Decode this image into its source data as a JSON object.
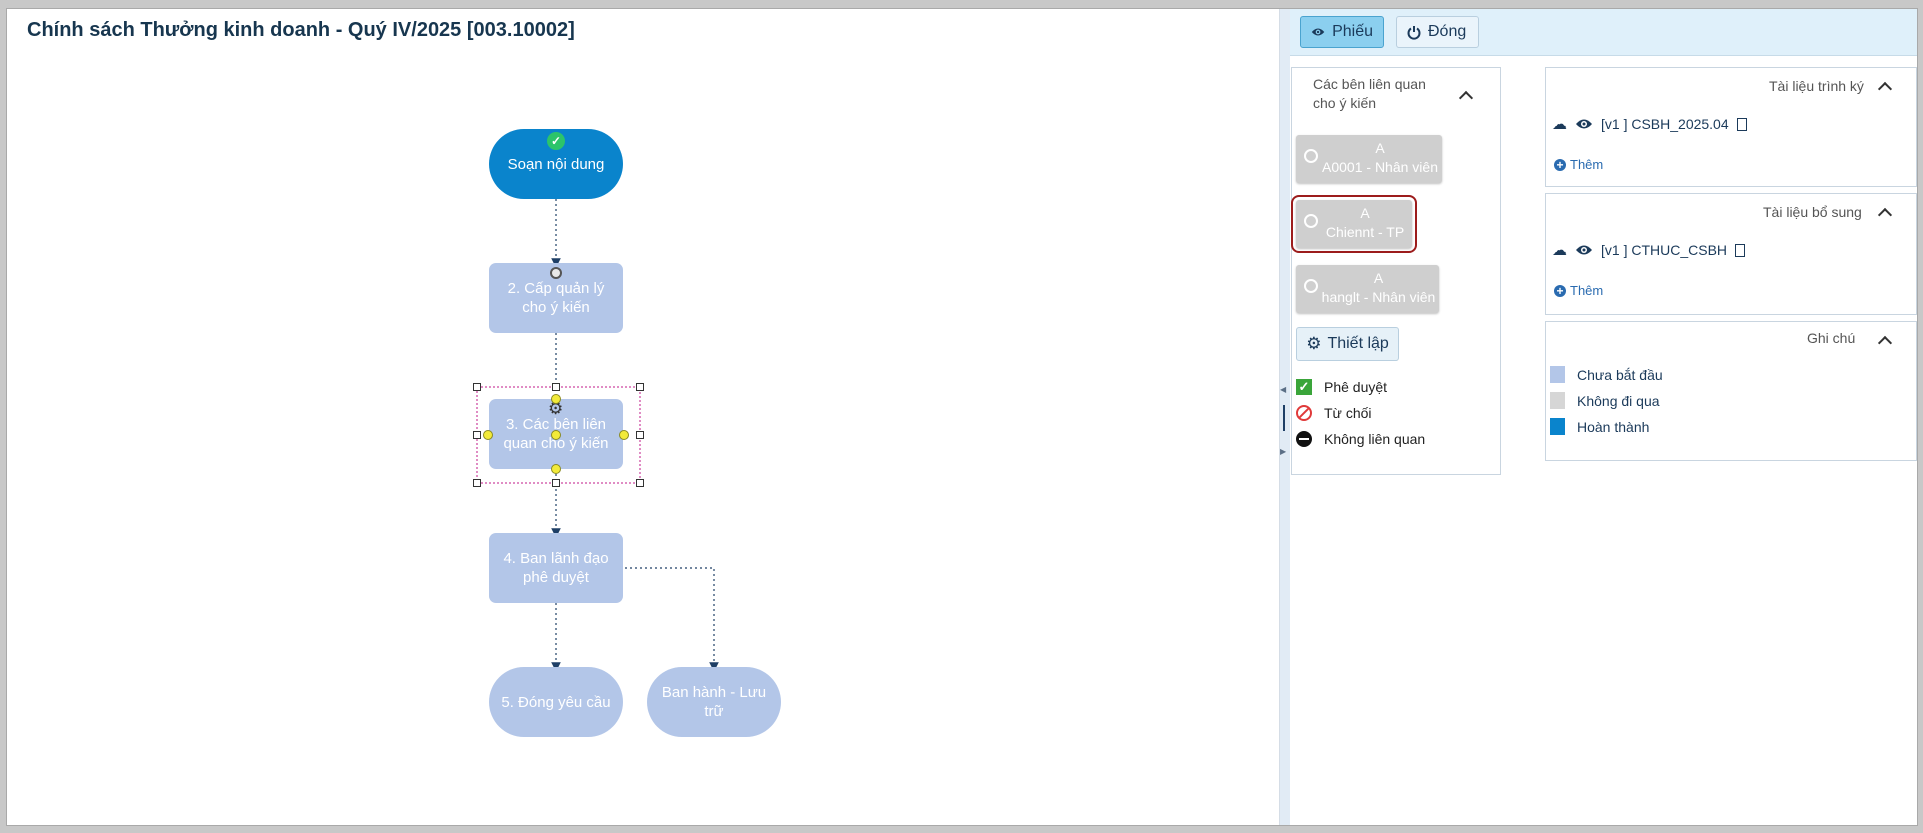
{
  "title": "Chính sách Thưởng kinh doanh - Quý IV/2025 [003.10002]",
  "workflow": {
    "nodes": [
      {
        "label": "Soạn nội dung",
        "status": "done"
      },
      {
        "label": "2. Cấp quản lý cho ý kiến",
        "status": "pending"
      },
      {
        "label": "3. Các bên liên quan cho ý kiến",
        "status": "pending"
      },
      {
        "label": "4. Ban lãnh đạo phê duyệt",
        "status": "pending"
      },
      {
        "label": "5. Đóng yêu cầu",
        "status": "pending"
      },
      {
        "label": "Ban hành - Lưu trữ",
        "status": "pending"
      }
    ]
  },
  "toolbar": {
    "phieu_label": "Phiếu",
    "dong_label": "Đóng",
    "phieu_icon": "eye-icon",
    "dong_icon": "power-icon"
  },
  "parties_panel": {
    "title": "Các bên liên quan cho ý kiến",
    "parties": [
      {
        "line1": "A",
        "line2": "A0001 - Nhân viên",
        "selected": false
      },
      {
        "line1": "A",
        "line2": "Chiennt - TP",
        "selected": true
      },
      {
        "line1": "A",
        "line2": "hanglt - Nhân viên",
        "selected": false
      }
    ],
    "setup_label": "Thiết lập",
    "legend": [
      {
        "icon": "check-icon",
        "label": "Phê duyệt",
        "color": "#3aa53a"
      },
      {
        "icon": "reject-icon",
        "label": "Từ chối",
        "color": "#e03a3a"
      },
      {
        "icon": "minus-circle-icon",
        "label": "Không liên quan",
        "color": "#111111"
      }
    ]
  },
  "submitted_docs": {
    "title": "Tài liệu trình ký",
    "items": [
      {
        "name": "[v1 ] CSBH_2025.04",
        "file_icon": "pdf-file-icon"
      }
    ],
    "add_label": "Thêm"
  },
  "extra_docs": {
    "title": "Tài liệu bổ sung",
    "items": [
      {
        "name": "[v1 ] CTHUC_CSBH",
        "file_icon": "excel-file-icon"
      }
    ],
    "add_label": "Thêm"
  },
  "notes": {
    "title": "Ghi chú",
    "items": [
      {
        "label": "Chưa bắt đầu",
        "color": "#b3c6e8"
      },
      {
        "label": "Không đi qua",
        "color": "#d6d6d6"
      },
      {
        "label": "Hoàn thành",
        "color": "#0a84cc"
      }
    ]
  }
}
